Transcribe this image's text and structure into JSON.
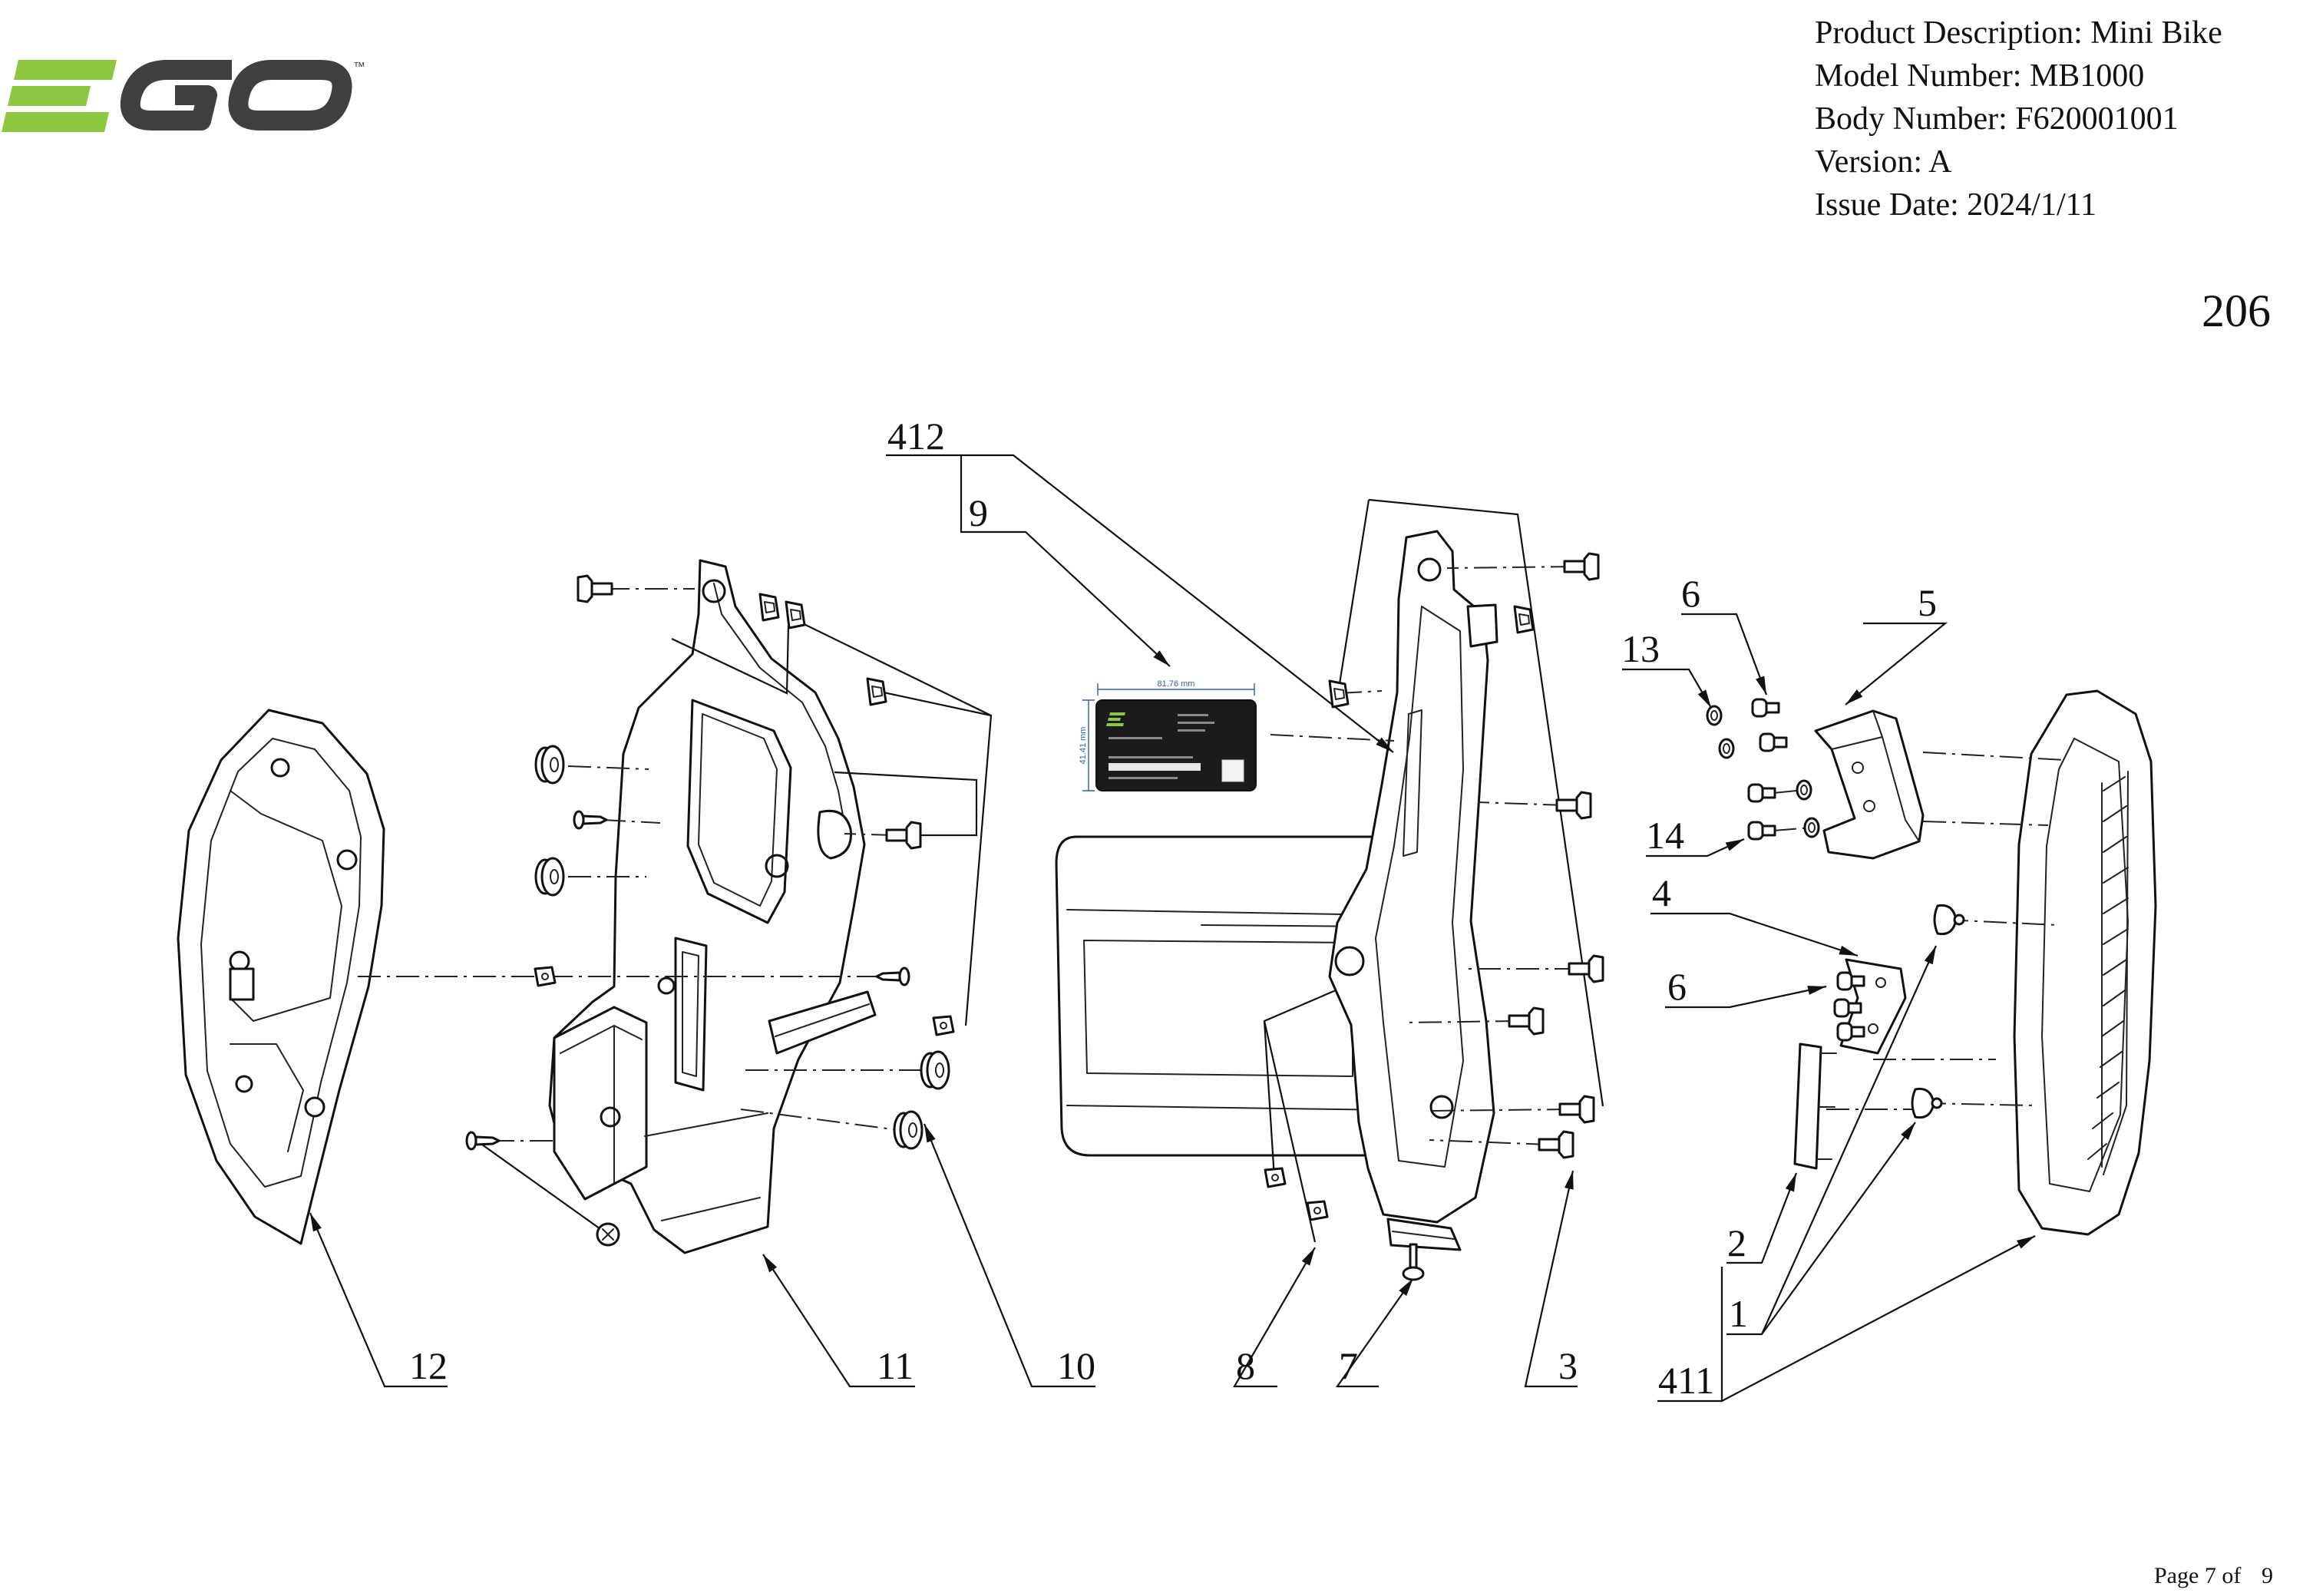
{
  "logo": {
    "wordmark": "EGO",
    "trademark": "™",
    "colors": {
      "accent": "#8dc63f",
      "letters": "#404040"
    }
  },
  "header": {
    "product_description": "Product Description: Mini Bike",
    "model_number": "Model Number: MB1000",
    "body_number": "Body Number: F620001001",
    "version": "Version: A",
    "issue_date": "Issue Date: 2024/1/11"
  },
  "diagram": {
    "sheet_number": "206",
    "callouts": [
      "412",
      "9",
      "6",
      "5",
      "13",
      "14",
      "4",
      "6",
      "2",
      "1",
      "411",
      "12",
      "11",
      "10",
      "8",
      "7",
      "3"
    ],
    "label_sticker": {
      "width_dimension": "81.76 mm",
      "height_dimension": "41.41 mm"
    },
    "line_color": "#111111"
  },
  "footer": {
    "page_prefix": "Page 7 of",
    "page_total": "9"
  }
}
